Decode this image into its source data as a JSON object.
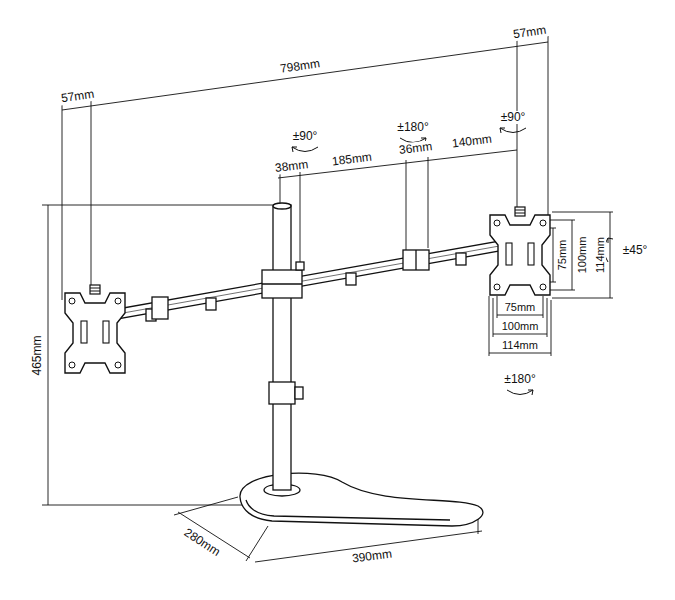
{
  "diagram": {
    "labels": [
      "57mm",
      "798mm",
      "57mm",
      "±90°",
      "±180°",
      "±90°",
      "38mm",
      "185mm",
      "36mm",
      "140mm",
      "75mm",
      "100mm",
      "114mm",
      "±45°",
      "75mm",
      "100mm",
      "114mm",
      "±180°",
      "465mm",
      "280mm",
      "390mm"
    ]
  }
}
